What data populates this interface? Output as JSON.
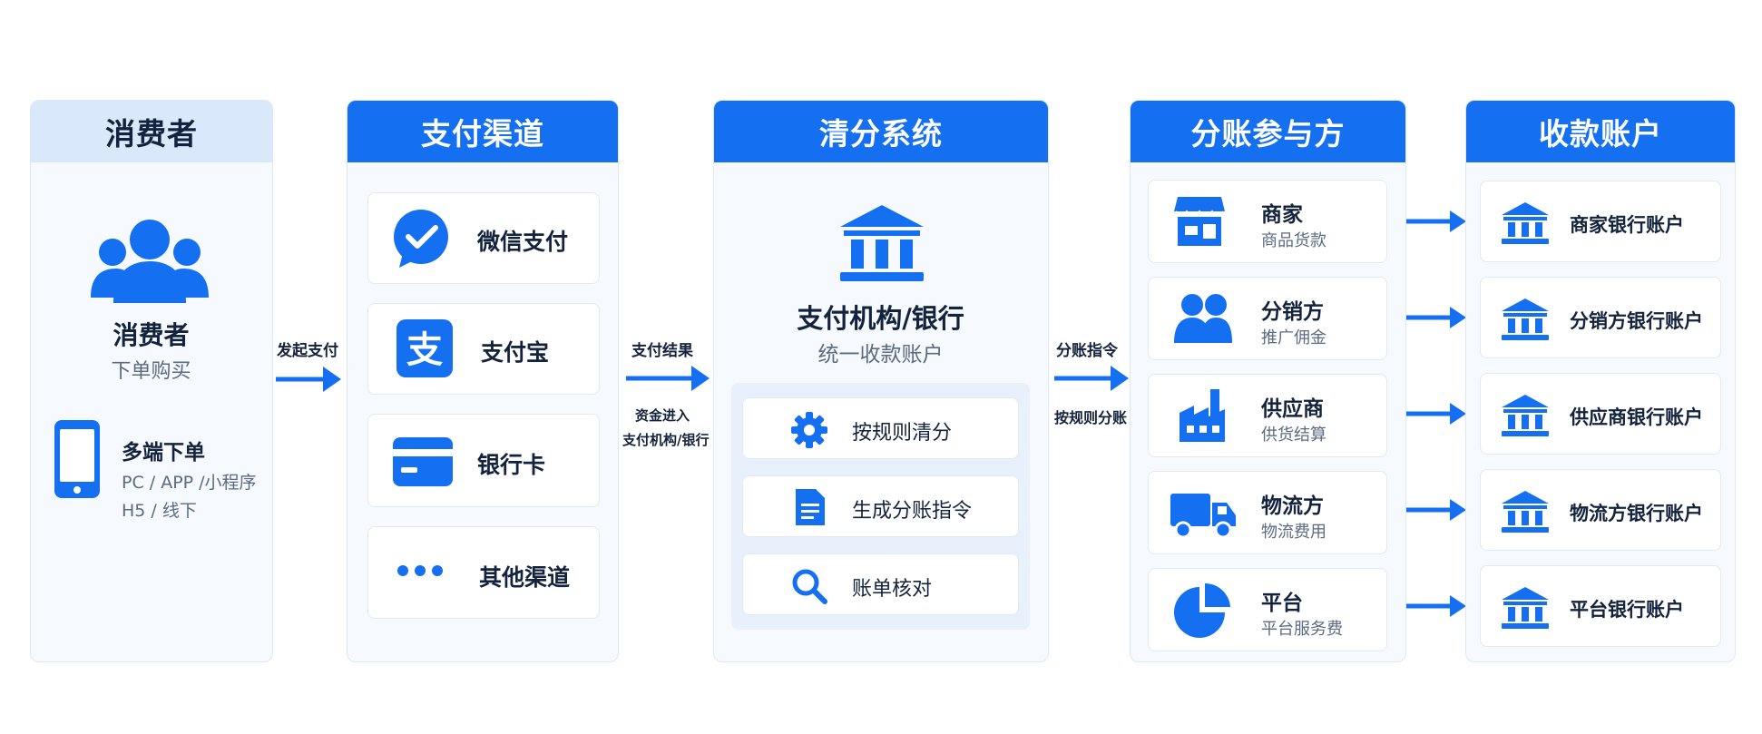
{
  "consumer": {
    "header": "消费者",
    "title": "消费者",
    "subtitle": "下单购买",
    "device_title": "多端下单",
    "device_line1": "PC / APP /小程序",
    "device_line2": "H5 / 线下"
  },
  "flow1": {
    "label": "发起支付"
  },
  "channels": {
    "header": "支付渠道",
    "items": [
      {
        "label": "微信支付",
        "icon": "wechat-pay-icon"
      },
      {
        "label": "支付宝",
        "icon": "alipay-icon"
      },
      {
        "label": "银行卡",
        "icon": "bank-card-icon"
      },
      {
        "label": "其他渠道",
        "icon": "more-dots-icon"
      }
    ]
  },
  "flow2": {
    "label_top": "支付结果",
    "label_bottom_1": "资金进入",
    "label_bottom_2": "支付机构/银行"
  },
  "clearing": {
    "header": "清分系统",
    "title": "支付机构/银行",
    "subtitle": "统一收款账户",
    "steps": [
      {
        "label": "按规则清分",
        "icon": "gear-icon"
      },
      {
        "label": "生成分账指令",
        "icon": "document-icon"
      },
      {
        "label": "账单核对",
        "icon": "search-icon"
      }
    ]
  },
  "flow3": {
    "label_top": "分账指令",
    "label_bottom": "按规则分账"
  },
  "participants": {
    "header": "分账参与方",
    "items": [
      {
        "title": "商家",
        "desc": "商品货款",
        "icon": "store-icon"
      },
      {
        "title": "分销方",
        "desc": "推广佣金",
        "icon": "users-icon"
      },
      {
        "title": "供应商",
        "desc": "供货结算",
        "icon": "factory-icon"
      },
      {
        "title": "物流方",
        "desc": "物流费用",
        "icon": "truck-icon"
      },
      {
        "title": "平台",
        "desc": "平台服务费",
        "icon": "pie-chart-icon"
      }
    ]
  },
  "accounts": {
    "header": "收款账户",
    "items": [
      {
        "label": "商家银行账户"
      },
      {
        "label": "分销方银行账户"
      },
      {
        "label": "供应商银行账户"
      },
      {
        "label": "物流方银行账户"
      },
      {
        "label": "平台银行账户"
      }
    ]
  },
  "colors": {
    "primary": "#1470f0",
    "text": "#14233d",
    "muted": "#5b6b82",
    "panel": "#f6f9fe"
  }
}
